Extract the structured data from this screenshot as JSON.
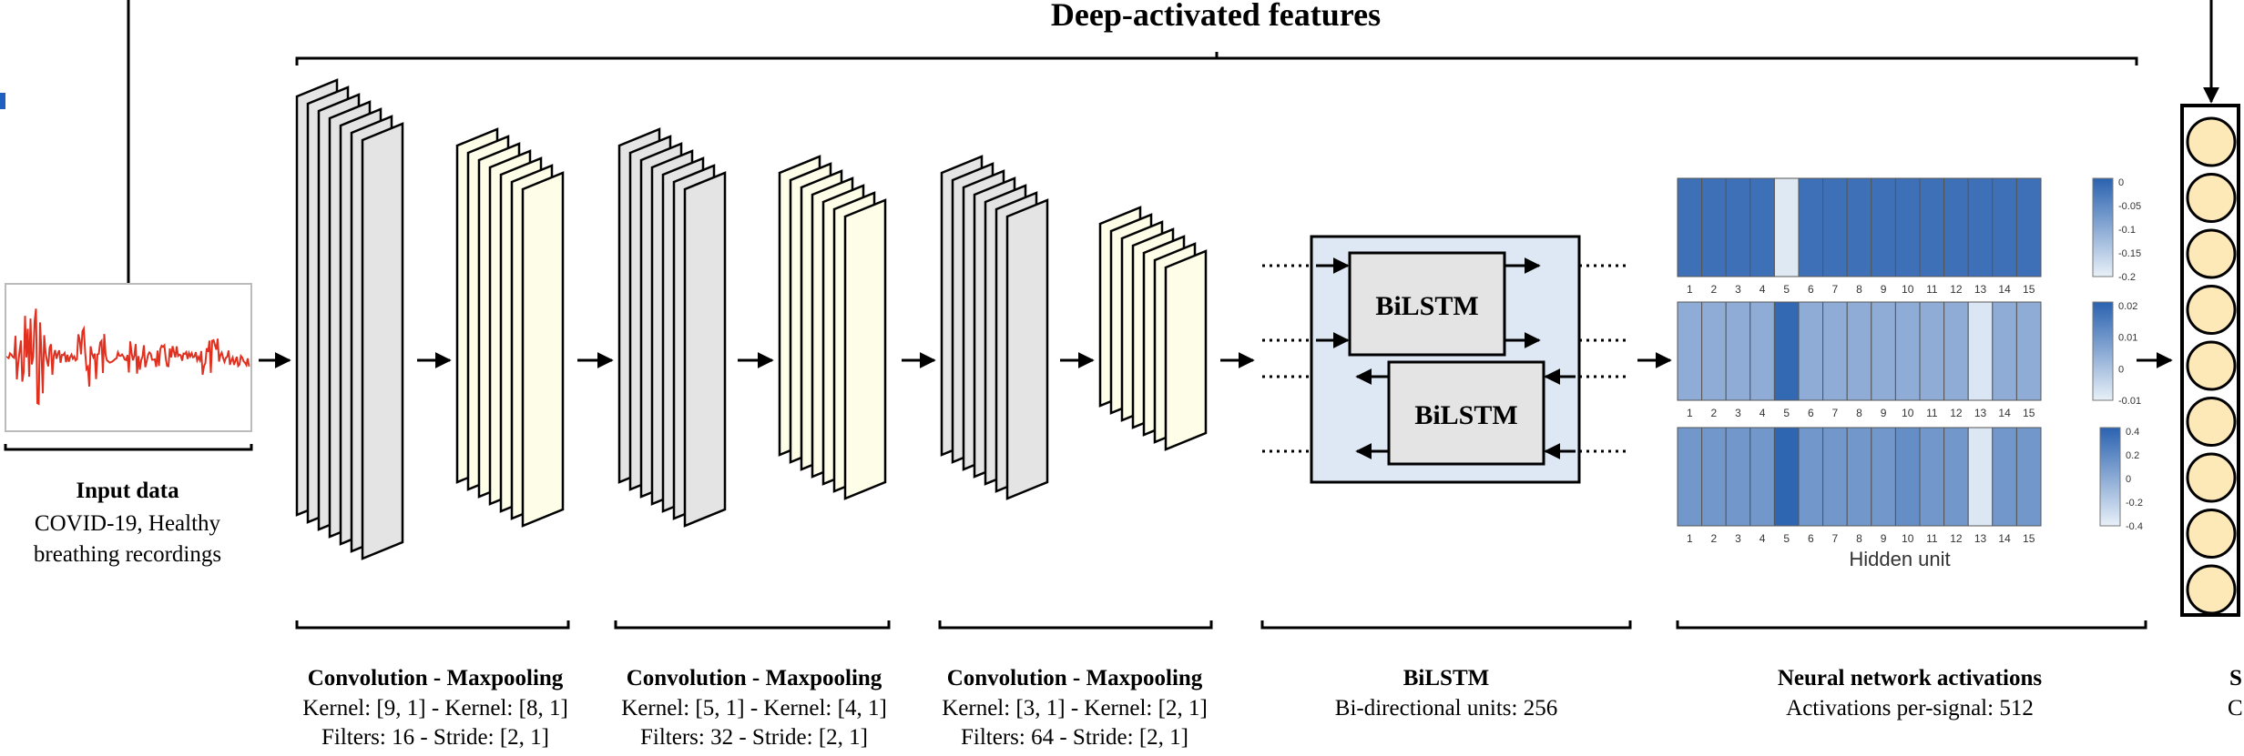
{
  "title": "Deep-activated features",
  "input": {
    "label": "Input data",
    "desc_line1": "COVID-19, Healthy",
    "desc_line2": "breathing recordings"
  },
  "stages": [
    {
      "title": "Convolution - Maxpooling",
      "line1": "Kernel: [9, 1] - Kernel: [8, 1]",
      "line2": "Filters: 16 - Stride: [2, 1]"
    },
    {
      "title": "Convolution - Maxpooling",
      "line1": "Kernel: [5, 1] - Kernel: [4, 1]",
      "line2": "Filters: 32 - Stride: [2, 1]"
    },
    {
      "title": "Convolution - Maxpooling",
      "line1": "Kernel: [3, 1] - Kernel: [2, 1]",
      "line2": "Filters: 64 - Stride: [2, 1]"
    },
    {
      "title": "BiLSTM",
      "line1": "Bi-directional units: 256",
      "line2": ""
    },
    {
      "title": "Neural network activations",
      "line1": "Activations per-signal: 512",
      "line2": ""
    }
  ],
  "bilstm": {
    "block_top": "BiLSTM",
    "block_bottom": "BiLSTM"
  },
  "heatmaps": {
    "xlabel": "Hidden unit",
    "units": [
      "1",
      "2",
      "3",
      "4",
      "5",
      "6",
      "7",
      "8",
      "9",
      "10",
      "11",
      "12",
      "13",
      "14",
      "15"
    ],
    "panels": [
      {
        "values": [
          -0.02,
          -0.02,
          -0.02,
          -0.02,
          -0.19,
          -0.02,
          -0.02,
          -0.02,
          -0.02,
          -0.02,
          -0.02,
          -0.02,
          -0.02,
          -0.02,
          -0.02
        ],
        "range": [
          -0.2,
          0
        ],
        "ticks": [
          "0",
          "-0.05",
          "-0.1",
          "-0.15",
          "-0.2"
        ]
      },
      {
        "values": [
          0.005,
          0.005,
          0.005,
          0.005,
          0.025,
          0.005,
          0.005,
          0.005,
          0.005,
          0.005,
          0.005,
          0.005,
          -0.012,
          0.005,
          0.005
        ],
        "range": [
          -0.015,
          0.027
        ],
        "ticks": [
          "0.02",
          "0.01",
          "0",
          "-0.01"
        ]
      },
      {
        "values": [
          0.1,
          0.1,
          0.1,
          0.1,
          0.38,
          0.1,
          0.1,
          0.1,
          0.1,
          0.15,
          0.1,
          0.1,
          -0.35,
          0.1,
          0.1
        ],
        "range": [
          -0.4,
          0.4
        ],
        "ticks": [
          "0.4",
          "0.2",
          "0",
          "-0.2",
          "-0.4"
        ]
      }
    ]
  },
  "output": {
    "title_partial": "S",
    "line_partial": "C"
  },
  "colors": {
    "waveform": "#e03020",
    "conv": "#e4e4e4",
    "pool": "#fdfde8",
    "bilstm_bg": "#dde8f4",
    "bilstm_block": "#e4e4e4",
    "neuron": "#fde8b8",
    "heat_high": "#2a62b0",
    "heat_low": "#e8f0f8",
    "accent": "#1f5fbf"
  }
}
